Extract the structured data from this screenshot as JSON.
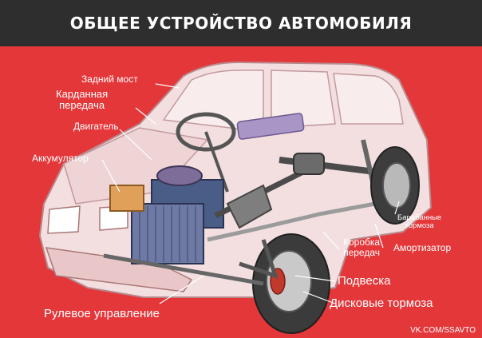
{
  "title": "ОБЩЕЕ УСТРОЙСТВО АВТОМОБИЛЯ",
  "labels": {
    "rear_axle": "Задний мост",
    "driveshaft_line1": "Карданная",
    "driveshaft_line2": "передача",
    "engine": "Двигатель",
    "battery": "Аккумулятор",
    "drum_brakes_line1": "Барабанные",
    "drum_brakes_line2": "тормоза",
    "gearbox_line1": "Коробка",
    "gearbox_line2": "передач",
    "shock_absorber": "Амортизатор",
    "suspension": "Подвеска",
    "disc_brakes": "Дисковые тормоза",
    "steering": "Рулевое управление"
  },
  "credit": "VK.COM/SSAVTO",
  "colors": {
    "background": "#e4373a",
    "header": "#2e2e2e",
    "text": "#ffffff",
    "body_fill": "#f3dfe0",
    "leader": "#ffffff"
  }
}
